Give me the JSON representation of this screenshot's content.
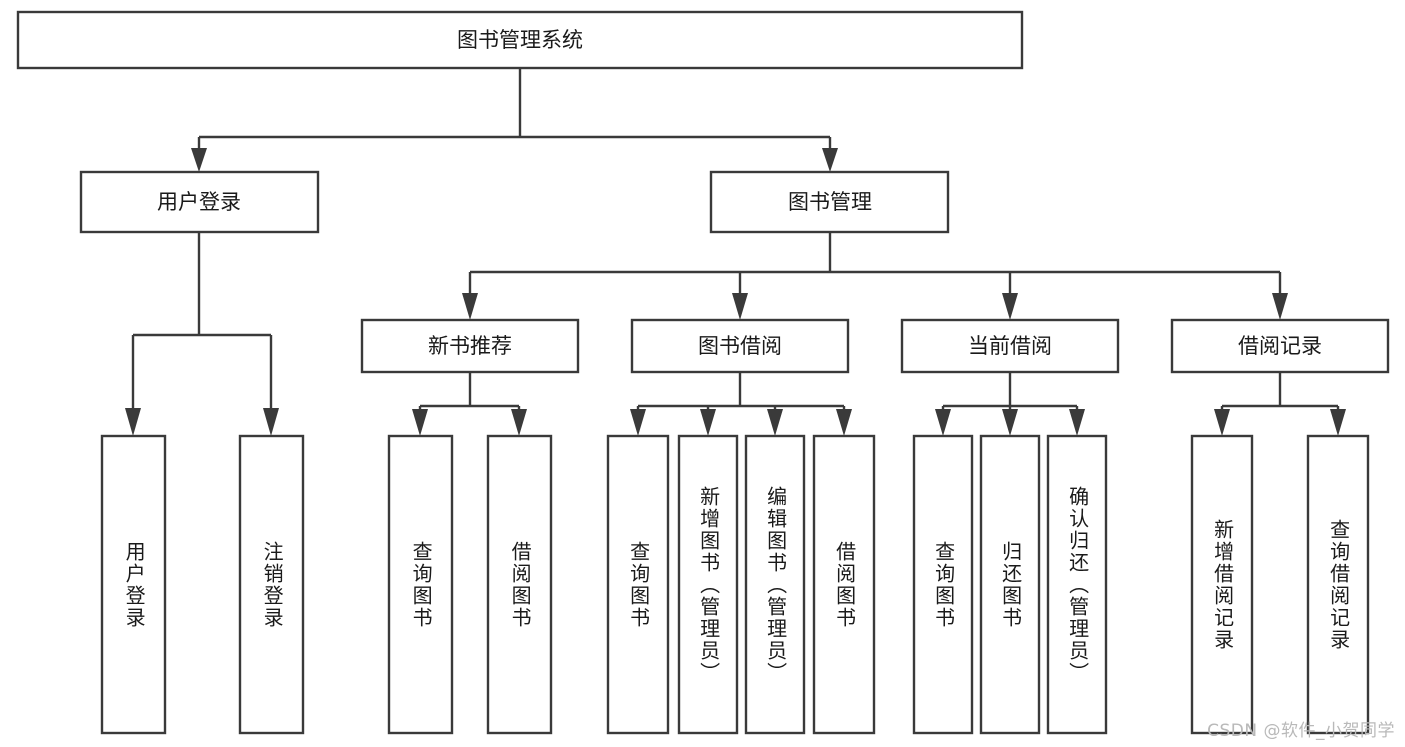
{
  "diagram": {
    "title": "图书管理系统",
    "type": "tree-hierarchy",
    "root": {
      "id": "root",
      "label": "图书管理系统"
    },
    "level2": [
      {
        "id": "user-login",
        "label": "用户登录"
      },
      {
        "id": "book-manage",
        "label": "图书管理"
      }
    ],
    "level3": [
      {
        "id": "new-book-rec",
        "label": "新书推荐",
        "parent": "book-manage"
      },
      {
        "id": "book-borrow",
        "label": "图书借阅",
        "parent": "book-manage"
      },
      {
        "id": "current-borrow",
        "label": "当前借阅",
        "parent": "book-manage"
      },
      {
        "id": "borrow-record",
        "label": "借阅记录",
        "parent": "book-manage"
      }
    ],
    "leaves": [
      {
        "id": "leaf-user-login",
        "label": "用户登录",
        "parent": "user-login"
      },
      {
        "id": "leaf-logout-login",
        "label": "注销登录",
        "parent": "user-login"
      },
      {
        "id": "leaf-query-book-1",
        "label": "查询图书",
        "parent": "new-book-rec"
      },
      {
        "id": "leaf-borrow-book-1",
        "label": "借阅图书",
        "parent": "new-book-rec"
      },
      {
        "id": "leaf-query-book-2",
        "label": "查询图书",
        "parent": "book-borrow"
      },
      {
        "id": "leaf-add-book",
        "label": "新增图书（管理员）",
        "parent": "book-borrow"
      },
      {
        "id": "leaf-edit-book",
        "label": "编辑图书（管理员）",
        "parent": "book-borrow"
      },
      {
        "id": "leaf-borrow-book-2",
        "label": "借阅图书",
        "parent": "book-borrow"
      },
      {
        "id": "leaf-query-book-3",
        "label": "查询图书",
        "parent": "current-borrow"
      },
      {
        "id": "leaf-return-book",
        "label": "归还图书",
        "parent": "current-borrow"
      },
      {
        "id": "leaf-confirm-return",
        "label": "确认归还（管理员）",
        "parent": "current-borrow"
      },
      {
        "id": "leaf-add-record",
        "label": "新增借阅记录",
        "parent": "borrow-record"
      },
      {
        "id": "leaf-query-record",
        "label": "查询借阅记录",
        "parent": "borrow-record"
      }
    ],
    "colors": {
      "box_stroke": "#3a3a3a",
      "box_fill": "#ffffff",
      "connector": "#3a3a3a",
      "text": "#1a1a1a",
      "watermark": "#b9b9b9",
      "background": "#ffffff"
    }
  },
  "watermark": {
    "text": "CSDN @软件_小贺同学"
  }
}
